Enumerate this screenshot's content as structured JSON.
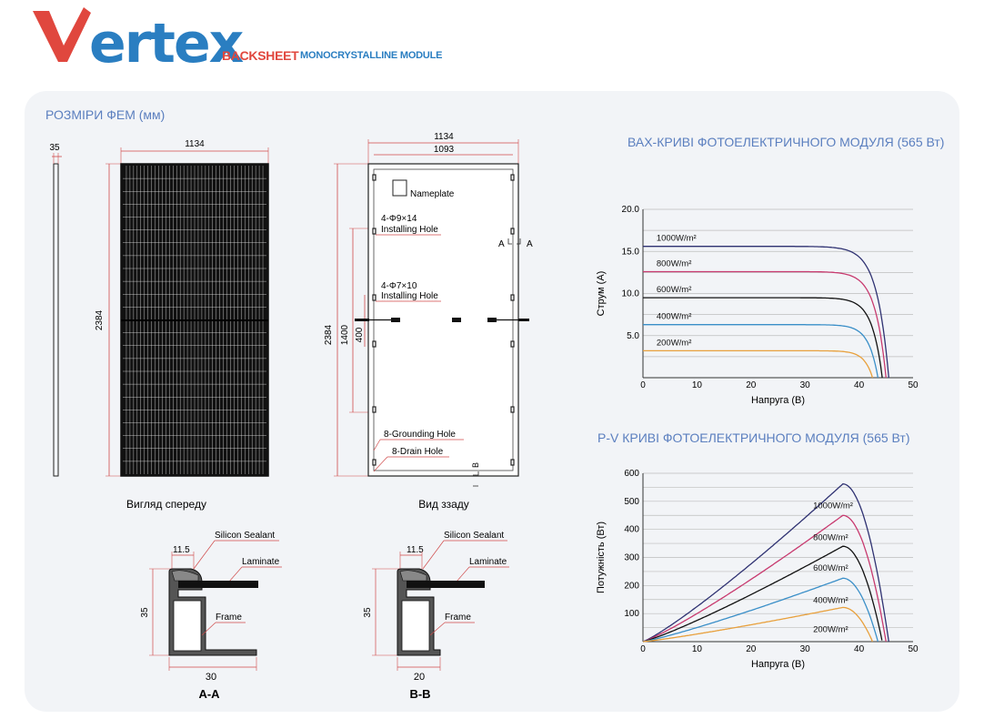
{
  "brand": {
    "logo_v": "V",
    "logo_rest": "ertex",
    "subtitle_red": "BACKSHEET",
    "subtitle_blue": "MONOCRYSTALLINE MODULE",
    "colors": {
      "red": "#e0473e",
      "blue": "#2a7ec1",
      "section_title": "#5b7fbf",
      "panel_bg": "#f2f4f7"
    }
  },
  "dimensions": {
    "title": "РОЗМІРИ ФЕМ (мм)",
    "side": {
      "thickness": "35"
    },
    "front": {
      "width": "1134",
      "height": "2384",
      "caption": "Вигляд спереду"
    },
    "back": {
      "outer_width": "1134",
      "inner_width": "1093",
      "height": "2384",
      "install_span": "1400",
      "inner_span": "400",
      "nameplate": "Nameplate",
      "install_hole_1": "4-Φ9×14",
      "install_hole_1_label": "Installing Hole",
      "install_hole_2": "4-Φ7×10",
      "install_hole_2_label": "Installing Hole",
      "grounding": "8-Grounding Hole",
      "drain": "8-Drain Hole",
      "section_a": "A",
      "section_b": "B",
      "caption": "Вид ззаду"
    },
    "section_aa": {
      "sealant": "Silicon Sealant",
      "laminate": "Laminate",
      "frame": "Frame",
      "top": "11.5",
      "height": "35",
      "width": "30",
      "caption": "A-A"
    },
    "section_bb": {
      "sealant": "Silicon Sealant",
      "laminate": "Laminate",
      "frame": "Frame",
      "top": "11.5",
      "height": "35",
      "width": "20",
      "caption": "B-B"
    }
  },
  "chart_data": [
    {
      "type": "line",
      "title": "ВАХ-КРИВІ ФОТОЕЛЕКТРИЧНОГО МОДУЛЯ (565 Вт)",
      "xlabel": "Напруга (В)",
      "ylabel": "Струм (А)",
      "xlim": [
        0,
        50
      ],
      "ylim": [
        0,
        20
      ],
      "xticks": [
        0,
        10,
        20,
        30,
        40,
        50
      ],
      "yticks": [
        5.0,
        10.0,
        15.0,
        20.0
      ],
      "grid": true,
      "series": [
        {
          "name": "1000W/m²",
          "color": "#2f3272",
          "isc": 15.6,
          "voc": 45.5,
          "knee": 33.5
        },
        {
          "name": "800W/m²",
          "color": "#c83a6f",
          "isc": 12.6,
          "voc": 45.0,
          "knee": 34.0
        },
        {
          "name": "600W/m²",
          "color": "#111111",
          "isc": 9.5,
          "voc": 44.3,
          "knee": 34.0
        },
        {
          "name": "400W/m²",
          "color": "#3a8fc8",
          "isc": 6.3,
          "voc": 43.5,
          "knee": 34.0
        },
        {
          "name": "200W/m²",
          "color": "#e8a03c",
          "isc": 3.2,
          "voc": 42.5,
          "knee": 34.0
        }
      ]
    },
    {
      "type": "line",
      "title": "P-V КРИВІ ФОТОЕЛЕКТРИЧНОГО МОДУЛЯ (565 Вт)",
      "xlabel": "Напруга (В)",
      "ylabel": "Потужність (Вт)",
      "xlim": [
        0,
        50
      ],
      "ylim": [
        0,
        600
      ],
      "xticks": [
        0,
        10,
        20,
        30,
        40,
        50
      ],
      "yticks": [
        100,
        200,
        300,
        400,
        500,
        600
      ],
      "grid": true,
      "series": [
        {
          "name": "1000W/m²",
          "color": "#2f3272",
          "pmax": 562,
          "vmp": 37.0,
          "voc": 45.5
        },
        {
          "name": "800W/m²",
          "color": "#c83a6f",
          "pmax": 450,
          "vmp": 37.0,
          "voc": 45.0
        },
        {
          "name": "600W/m²",
          "color": "#111111",
          "pmax": 340,
          "vmp": 37.0,
          "voc": 44.3
        },
        {
          "name": "400W/m²",
          "color": "#3a8fc8",
          "pmax": 226,
          "vmp": 37.0,
          "voc": 43.5
        },
        {
          "name": "200W/m²",
          "color": "#e8a03c",
          "pmax": 122,
          "vmp": 37.0,
          "voc": 42.5
        }
      ]
    }
  ]
}
